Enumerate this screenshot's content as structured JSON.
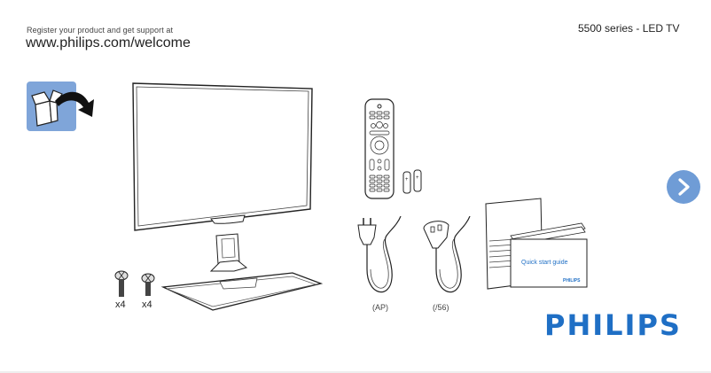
{
  "header": {
    "register_text": "Register your product and get support at",
    "url": "www.philips.com/welcome",
    "product_series": "5500 series - LED TV"
  },
  "icons": {
    "unbox": "unbox-icon",
    "next": "chevron-right-icon"
  },
  "contents": {
    "tv": {
      "name": "LED TV"
    },
    "stand": {
      "name": "TV stand"
    },
    "screws": [
      {
        "name": "long-screw",
        "quantity": "x4"
      },
      {
        "name": "short-screw",
        "quantity": "x4"
      }
    ],
    "remote": {
      "name": "Remote control",
      "batteries": 2
    },
    "power_cords": [
      {
        "label": "(AP)"
      },
      {
        "label": "(/56)"
      }
    ],
    "manuals": {
      "quick_start_title": "Quick start guide",
      "quick_start_brand": "PHILIPS"
    }
  },
  "brand": {
    "logo_text": "PHILIPS",
    "color": "#1f6fc5"
  },
  "colors": {
    "accent_blue": "#6f9cd6",
    "unbox_bg": "#7fa5d9"
  }
}
